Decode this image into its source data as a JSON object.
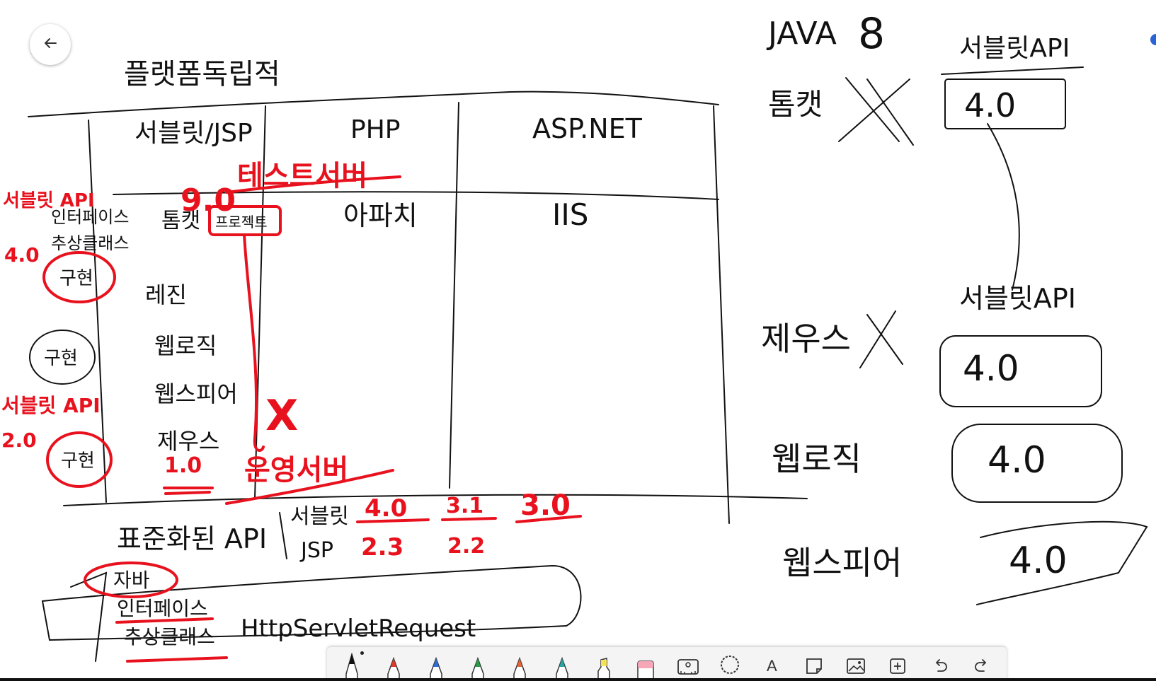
{
  "back_button": {
    "icon": "arrow-left-icon"
  },
  "table": {
    "title": "플랫폼독립적",
    "headers": [
      "서블릿/JSP",
      "PHP",
      "ASP.NET"
    ],
    "row_values": [
      "아파치",
      "IIS"
    ],
    "servers": [
      "톰캣",
      "레진",
      "웹로직",
      "웹스피어",
      "제우스"
    ],
    "project_label": "프로젝트"
  },
  "left_notes": {
    "servlet_api_top": "서블릿 API",
    "version_top": "4.0",
    "interface": "인터페이스",
    "abstract_class": "추상클래스",
    "impl": "구현",
    "servlet_api_bottom": "서블릿 API",
    "version_bottom": "2.0"
  },
  "red_notes": {
    "tomcat_version": "9.0",
    "test_server": "테스트서버",
    "jeus_version": "1.0",
    "ops_server": "운영서버",
    "cross": "X"
  },
  "bottom": {
    "standard_api": "표준화된 API",
    "servlet": "서블릿",
    "jsp": "JSP",
    "servlet_versions": [
      "4.0",
      "3.1",
      "3.0"
    ],
    "jsp_versions": [
      "2.3",
      "2.2"
    ],
    "java": "자바",
    "interface": "인터페이스",
    "abstract_class": "추상클래스",
    "request_class": "HttpServletRequest"
  },
  "right": {
    "java_label": "JAVA",
    "java_version": "8",
    "api_header_1": "서블릿API",
    "api_header_2": "서블릿API",
    "rows": [
      {
        "name": "톰캣",
        "version": "4.0"
      },
      {
        "name": "제우스",
        "version": "4.0"
      },
      {
        "name": "웹로직",
        "version": "4.0"
      },
      {
        "name": "웹스피어",
        "version": "4.0"
      }
    ]
  },
  "toolbar": {
    "text_tool_label": "A",
    "pens": [
      {
        "name": "ballpoint-pen",
        "color": "#111111"
      },
      {
        "name": "red-pen",
        "color": "#e03a2e"
      },
      {
        "name": "blue-pen",
        "color": "#2f6fd6"
      },
      {
        "name": "green-pen",
        "color": "#2d9a4a"
      },
      {
        "name": "orange-pen",
        "color": "#e0653a"
      },
      {
        "name": "teal-pen",
        "color": "#2aa3a3"
      },
      {
        "name": "yellow-highlighter",
        "color": "#f3e25a"
      },
      {
        "name": "eraser",
        "color": "#f5a7b8"
      }
    ]
  }
}
